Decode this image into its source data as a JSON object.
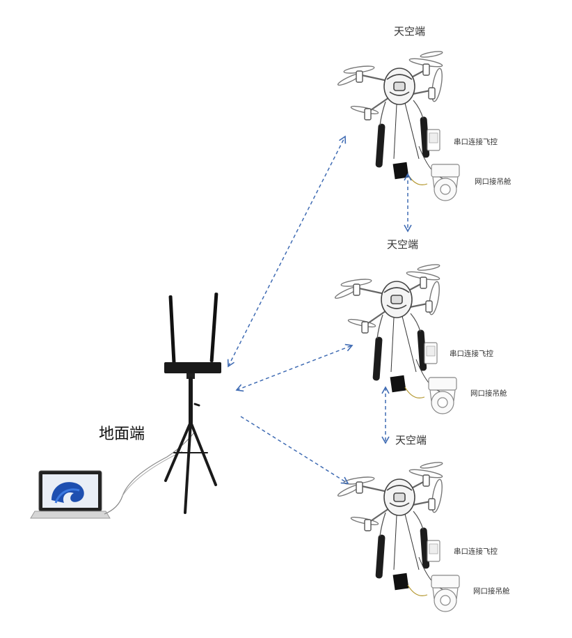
{
  "ground": {
    "label": "地面端"
  },
  "drones": [
    {
      "title": "天空端",
      "serial_label": "串口连接飞控",
      "net_label": "网口接吊舱"
    },
    {
      "title": "天空端",
      "serial_label": "串口连接飞控",
      "net_label": "网口接吊舱"
    },
    {
      "title": "天空端",
      "serial_label": "串口连接飞控",
      "net_label": "网口接吊舱"
    }
  ],
  "colors": {
    "link": "#3f6bb3",
    "device": "#1a1a1a",
    "line_art": "#555555",
    "screen": "#1e4fb0"
  }
}
